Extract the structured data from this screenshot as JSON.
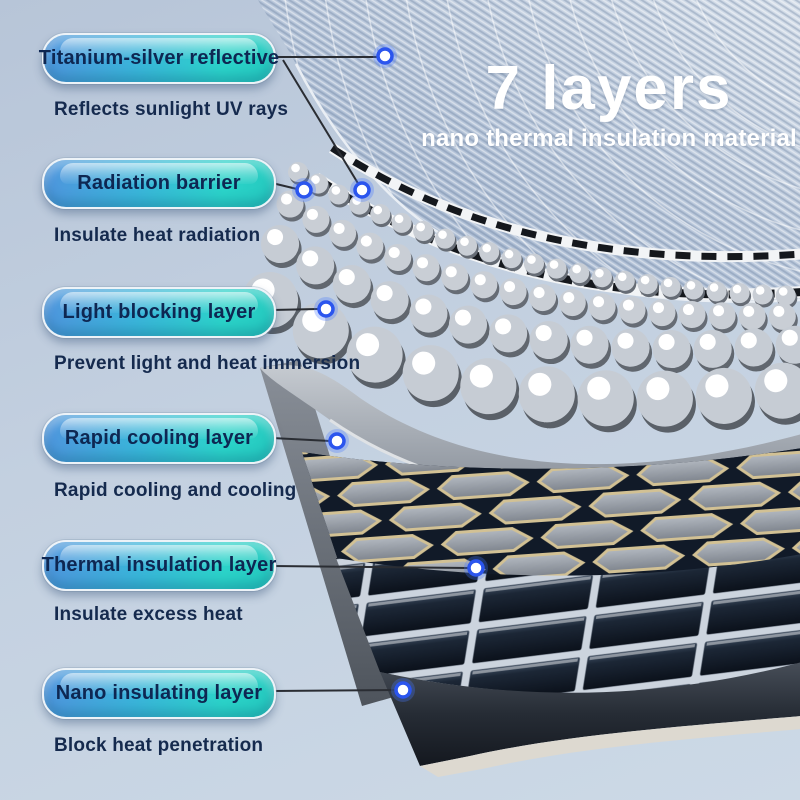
{
  "title": {
    "heading": "7 layers",
    "subheading": "nano thermal insulation material"
  },
  "layers": [
    {
      "label": "Titanium-silver reflective",
      "description": "Reflects sunlight UV rays"
    },
    {
      "label": "Radiation barrier",
      "description": "Insulate heat radiation"
    },
    {
      "label": "Light blocking layer",
      "description": "Prevent light and heat immersion"
    },
    {
      "label": "Rapid cooling layer",
      "description": "Rapid cooling and cooling"
    },
    {
      "label": "Thermal insulation layer",
      "description": "Insulate excess heat"
    },
    {
      "label": "Nano insulating layer",
      "description": "Block heat penetration"
    }
  ],
  "colors": {
    "background_top": "#b7c5d8",
    "background_bottom": "#ccd9e6",
    "pill_grad_left": "#4f94dd",
    "pill_grad_right": "#2bd3c9",
    "pill_text": "#0e2752",
    "desc_text": "#152a4e",
    "title_text": "#ffffff",
    "marker_ring": "#2b55ee",
    "connector_line": "#2a2d33"
  }
}
